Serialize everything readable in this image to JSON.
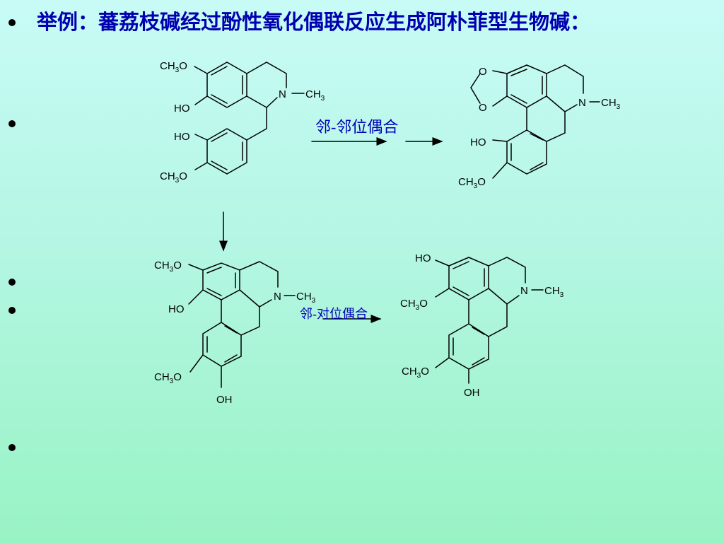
{
  "heading": "举例：蕃荔枝碱经过酚性氧化偶联反应生成阿朴菲型生物碱：",
  "arrow_labels": {
    "ortho_ortho": "邻-邻位偶合",
    "ortho_para": "邻-对位偶合"
  },
  "atoms": {
    "ch3o": "CH3O",
    "ho": "HO",
    "oh": "OH",
    "o": "O",
    "n": "N",
    "ch3": "CH3"
  },
  "colors": {
    "label_blue": "#0000b8",
    "title_blue": "#0000b0",
    "bond": "#000000"
  }
}
